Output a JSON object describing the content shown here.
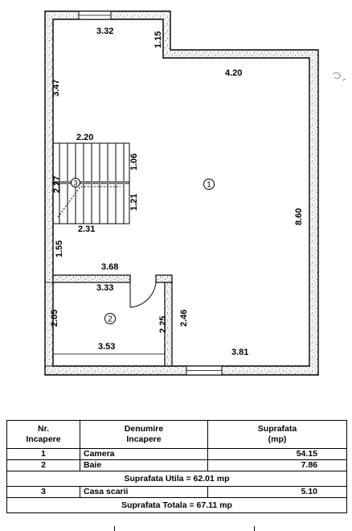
{
  "plan": {
    "dimensions": {
      "top_left_width": "3.32",
      "notch_height": "1.15",
      "top_right_width": "4.20",
      "left_upper_height": "3.47",
      "stair_top_width": "2.20",
      "stair_right_upper": "1.06",
      "stair_left_height": "2.27",
      "stair_right_lower": "1.21",
      "stair_bottom_width": "2.31",
      "left_middle_height": "1.55",
      "bath_top_outer": "3.68",
      "bath_top_inner": "3.33",
      "bath_left_height": "2.05",
      "bath_right_height": "2.25",
      "corridor_height": "2.46",
      "bath_bottom_width": "3.53",
      "bottom_width": "3.81",
      "right_height": "8.60"
    },
    "room_markers": [
      "1",
      "2",
      "3"
    ]
  },
  "table": {
    "headers": {
      "nr": [
        "Nr.",
        "Incapere"
      ],
      "denumire": [
        "Denumire",
        "Incapere"
      ],
      "suprafata": [
        "Suprafata",
        "(mp)"
      ]
    },
    "rows": [
      {
        "nr": "1",
        "name": "Camera",
        "area": "54.15"
      },
      {
        "nr": "2",
        "name": "Baie",
        "area": "7.86"
      }
    ],
    "utila": "Suprafata Utila = 62.01 mp",
    "row3": {
      "nr": "3",
      "name": "Casa scarii",
      "area": "5.10"
    },
    "totala": "Suprafata Totala = 67.11 mp"
  }
}
